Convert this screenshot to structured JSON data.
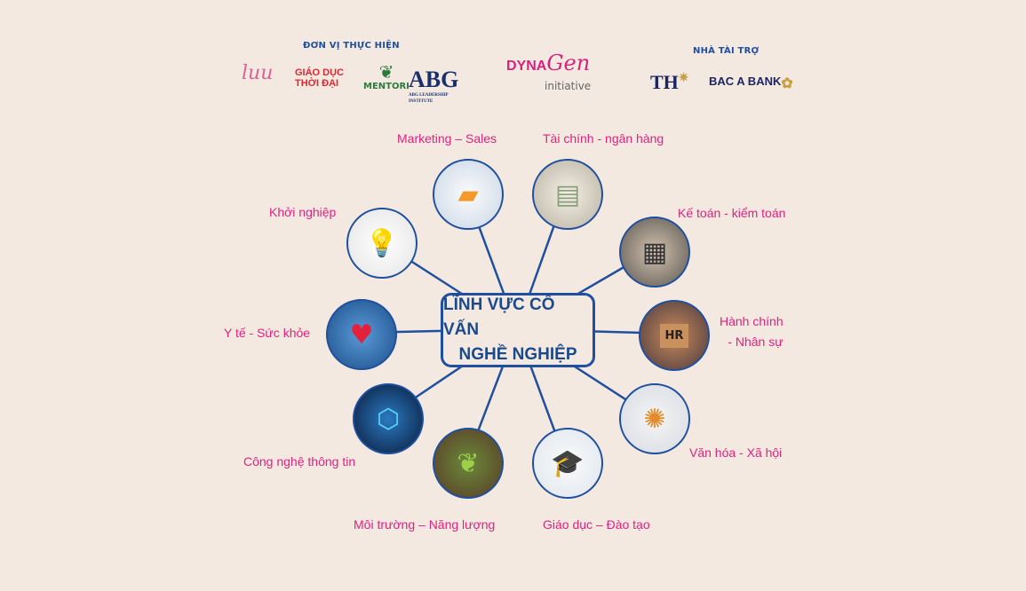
{
  "header": {
    "organizers_label": "ĐƠN VỊ THỰC HIỆN",
    "sponsors_label": "NHÀ TÀI TRỢ",
    "organizer_logos": [
      "luu",
      "GIÁO DỤC THỜI ĐẠI",
      "MENTORI",
      "ABG LEADERSHIP INSTITUTE"
    ],
    "center_logo": {
      "dyna": "DYNA",
      "gen": "Gen",
      "initiative": "initiative"
    },
    "sponsor_logos": [
      "TH",
      "BAC A BANK"
    ]
  },
  "center": {
    "line1": "LĨNH VỰC CỐ VẤN",
    "line2": "NGHỀ NGHIỆP"
  },
  "fields": [
    {
      "label": "Marketing – Sales",
      "icon": "sticky-notes"
    },
    {
      "label": "Tài chính - ngân hàng",
      "icon": "money"
    },
    {
      "label": "Kế toán - kiểm toán",
      "icon": "calculator"
    },
    {
      "label": "Hành chính",
      "label2": "- Nhân sự",
      "icon": "hr-block"
    },
    {
      "label": "Văn hóa - Xã hội",
      "icon": "people-globe"
    },
    {
      "label": "Giáo dục – Đào tạo",
      "icon": "graduation-cap"
    },
    {
      "label": "Môi trường – Năng lượng",
      "icon": "plant"
    },
    {
      "label": "Công nghệ thông tin",
      "icon": "tech-hexagons"
    },
    {
      "label": "Y tế - Sức khỏe",
      "icon": "stethoscope-heart"
    },
    {
      "label": "Khởi nghiệp",
      "icon": "startup-bulb"
    }
  ],
  "colors": {
    "background": "#f4e9e1",
    "accent_blue": "#1f4f9e",
    "label_pink": "#e2207f"
  }
}
